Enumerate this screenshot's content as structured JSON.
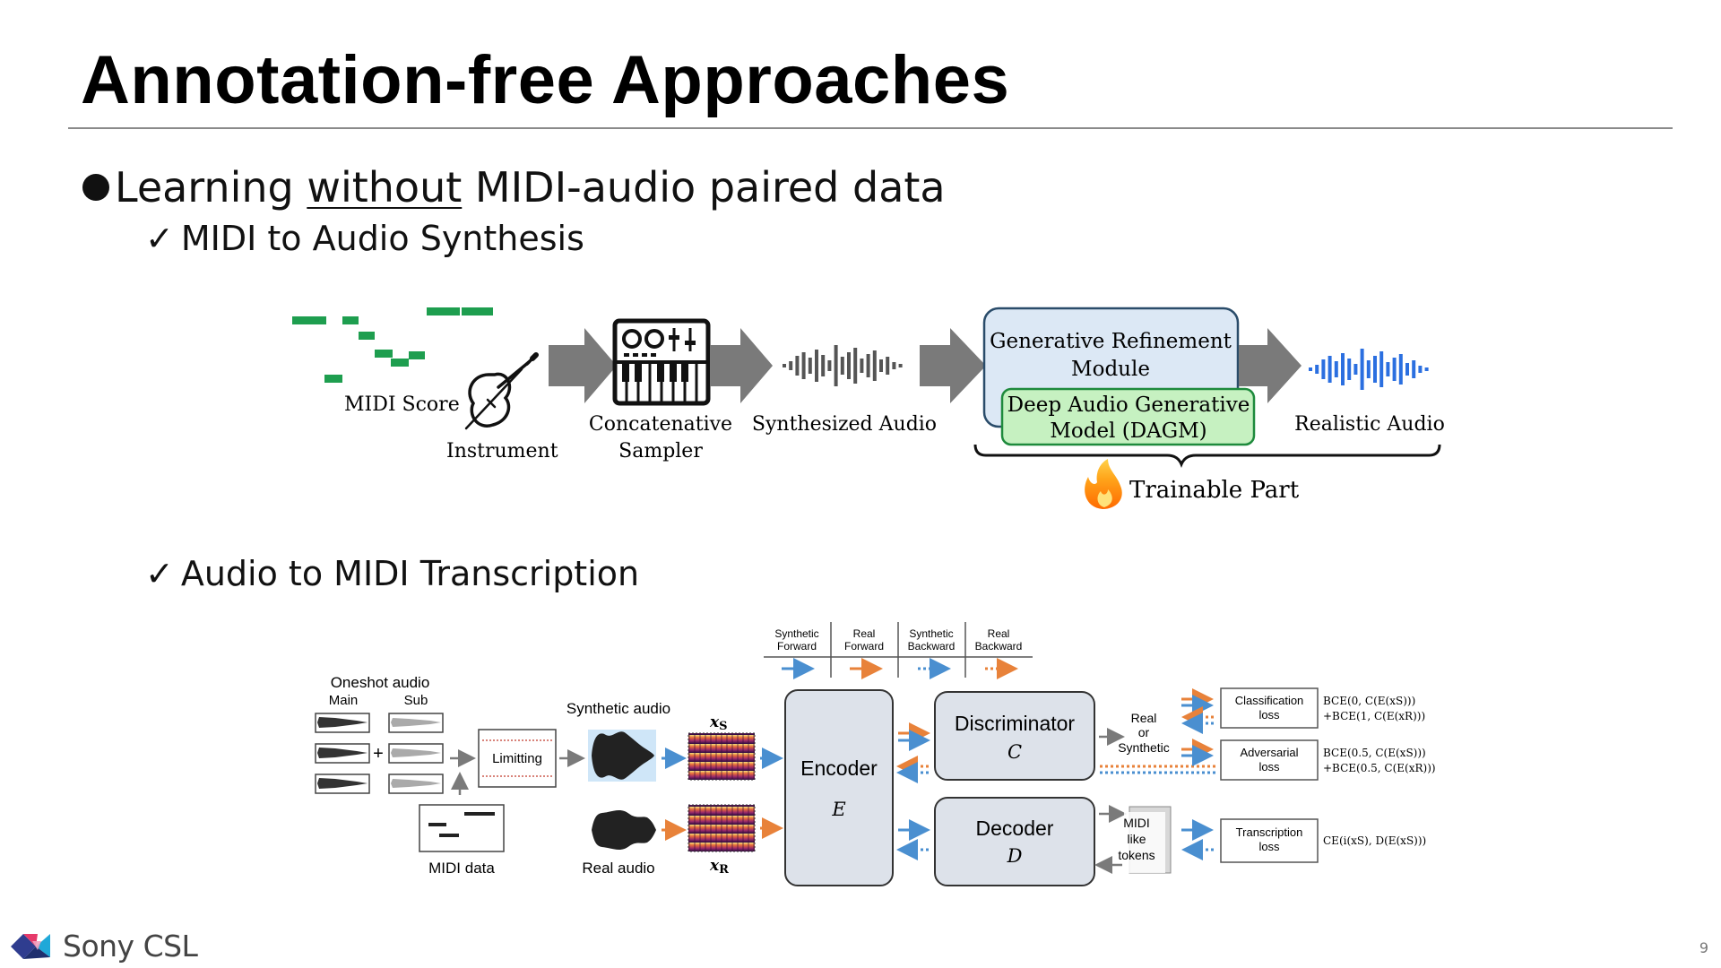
{
  "title": "Annotation-free Approaches",
  "bullet": {
    "pre": "Learning ",
    "underlined": "without",
    "post": " MIDI-audio paired data"
  },
  "check_mark": "✓",
  "sub1": "MIDI to Audio Synthesis",
  "sub2": "Audio to MIDI Transcription",
  "synthesis": {
    "midi_score": "MIDI Score",
    "instrument": "Instrument",
    "sampler_line1": "Concatenative",
    "sampler_line2": "Sampler",
    "synth_audio": "Synthesized Audio",
    "grm_line1": "Generative Refinement",
    "grm_line2": "Module",
    "dagm_line1": "Deep Audio Generative",
    "dagm_line2": "Model (DAGM)",
    "realistic": "Realistic Audio",
    "trainable": "Trainable Part"
  },
  "transcription": {
    "legend": [
      {
        "l1": "Synthetic",
        "l2": "Forward",
        "color": "#4a8fd0",
        "style": "solid"
      },
      {
        "l1": "Real",
        "l2": "Forward",
        "color": "#e8823a",
        "style": "solid"
      },
      {
        "l1": "Synthetic",
        "l2": "Backward",
        "color": "#4a8fd0",
        "style": "dotted"
      },
      {
        "l1": "Real",
        "l2": "Backward",
        "color": "#e8823a",
        "style": "dotted"
      }
    ],
    "oneshot": "Oneshot audio",
    "main": "Main",
    "sub": "Sub",
    "plus": "+",
    "limiting": "Limitting",
    "midi_data": "MIDI data",
    "synthetic_audio": "Synthetic audio",
    "real_audio": "Real audio",
    "xs_base": "x",
    "xs_sub": "S",
    "xr_base": "x",
    "xr_sub": "R",
    "encoder": "Encoder",
    "encoder_sym": "E",
    "discriminator": "Discriminator",
    "disc_sym": "C",
    "decoder": "Decoder",
    "dec_sym": "D",
    "ros_l1": "Real",
    "ros_l2": "or",
    "ros_l3": "Synthetic",
    "tok_l1": "MIDI",
    "tok_l2": "like",
    "tok_l3": "tokens",
    "class_l1": "Classification",
    "class_l2": "loss",
    "adv_l1": "Adversarial",
    "adv_l2": "loss",
    "trans_l1": "Transcription",
    "trans_l2": "loss",
    "eq_class_1": "BCE(0, C(E(xS)))",
    "eq_class_2": "+BCE(1, C(E(xR)))",
    "eq_adv_1": "BCE(0.5, C(E(xS)))",
    "eq_adv_2": "+BCE(0.5, C(E(xR)))",
    "eq_trans": "CE(i(xS), D(E(xS)))"
  },
  "footer": {
    "brand": "Sony CSL",
    "page": "9"
  },
  "colors": {
    "blue": "#4a8fd0",
    "orange": "#e8823a",
    "green": "#1e9e4f",
    "grm_fill": "#dce8f5",
    "dagm_fill": "#c6f1c1",
    "block_fill": "#dde2ea"
  }
}
